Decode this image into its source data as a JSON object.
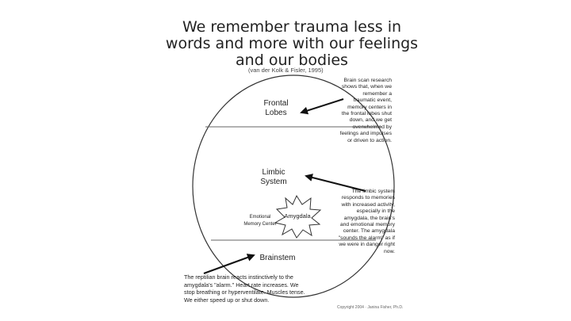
{
  "title": "We remember trauma less in words and more with our feelings and our bodies",
  "citation": "(van der Kolk & Fisler, 1995)",
  "regions": {
    "frontal": "Frontal Lobes",
    "limbic": "Limbic System",
    "brainstem": "Brainstem",
    "amygdala": "Amygdala",
    "emotional_center": "Emotional Memory Center"
  },
  "notes": {
    "frontal": "Brain scan research shows that, when we remember a traumatic event, memory centers in the frontal lobes shut down, and we get overwhelmed by feelings and impulses or driven to action.",
    "limbic": "The limbic system responds to memories with increased activity, especially in the amygdala, the brain's and emotional memory center. The amygdala \"sounds the alarm\" as if we were in danger right now.",
    "brainstem": "The reptilian brain reacts instinctively to the amygdala's \"alarm.\" Heart rate increases. We stop breathing or hyperventilate. Muscles tense. We either speed up or shut down."
  },
  "copyright": "Copyright 2004 · Janina Fisher, Ph.D."
}
